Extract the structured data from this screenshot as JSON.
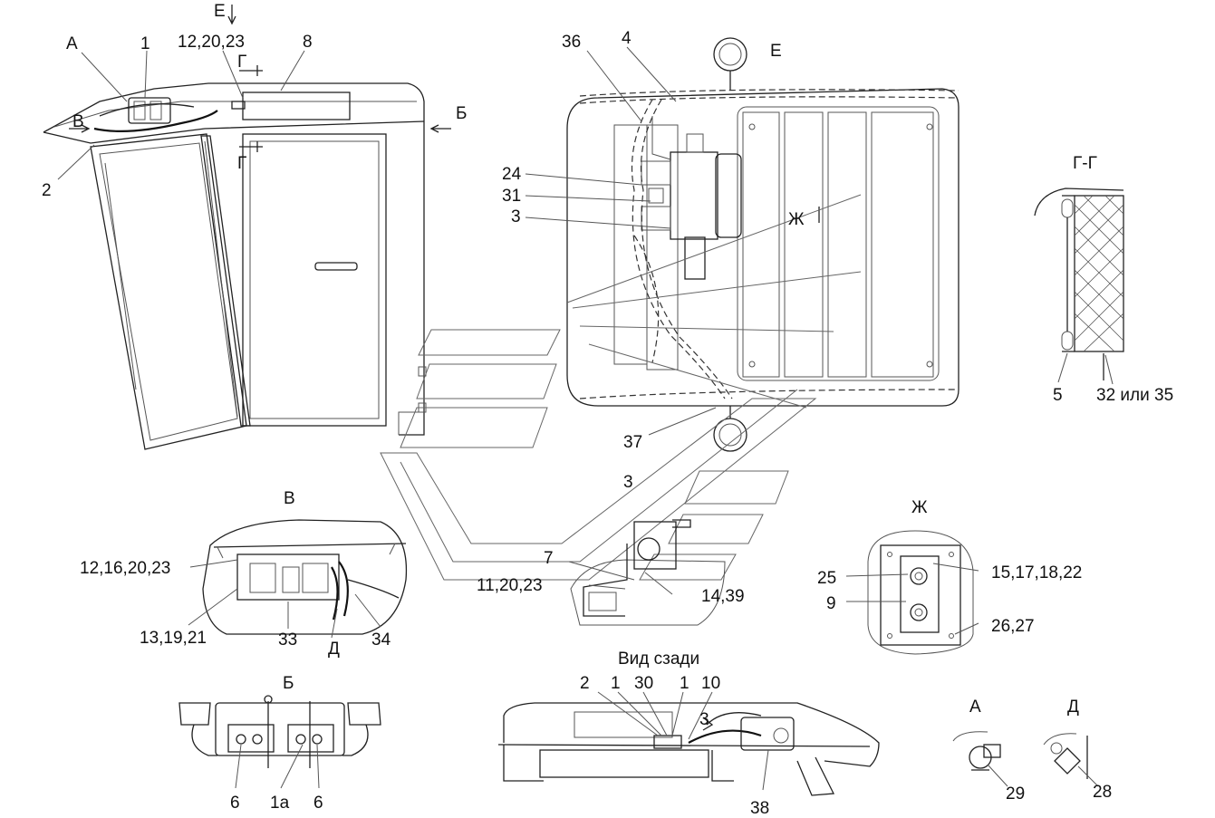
{
  "labels": {
    "view_a_top": "А",
    "num_1_top": "1",
    "num_12_20_23_top": "12,20,23",
    "view_e_arrow": "Е",
    "num_8": "8",
    "section_g_top": "Г",
    "section_g_bottom": "Г",
    "view_v_arrow": "В",
    "view_b_arrow": "Б",
    "num_2_left": "2",
    "num_36": "36",
    "num_4": "4",
    "view_e_title": "Е",
    "num_24": "24",
    "num_31": "31",
    "num_3_view_e": "3",
    "view_zh_arrow": "Ж",
    "num_37": "37",
    "num_3_mid": "3",
    "section_gg_title": "Г-Г",
    "num_5": "5",
    "num_32_or_35": "32 или 35",
    "view_v_title": "В",
    "num_12_16_20_23": "12,16,20,23",
    "num_13_19_21": "13,19,21",
    "num_33": "33",
    "view_d_label": "Д",
    "num_34": "34",
    "num_7": "7",
    "num_11_20_23": "11,20,23",
    "num_14_39": "14,39",
    "view_zh_title": "Ж",
    "num_25": "25",
    "num_9": "9",
    "num_15_17_18_22": "15,17,18,22",
    "num_26_27": "26,27",
    "view_b_title": "Б",
    "num_6_left": "6",
    "num_1a": "1а",
    "num_6_right": "6",
    "rear_view_title": "Вид сзади",
    "rear_2": "2",
    "rear_1a": "1",
    "rear_30": "30",
    "rear_1b": "1",
    "rear_10": "10",
    "rear_3": "3",
    "num_38": "38",
    "detail_a_title": "А",
    "num_29": "29",
    "detail_d_title": "Д",
    "num_28": "28"
  }
}
